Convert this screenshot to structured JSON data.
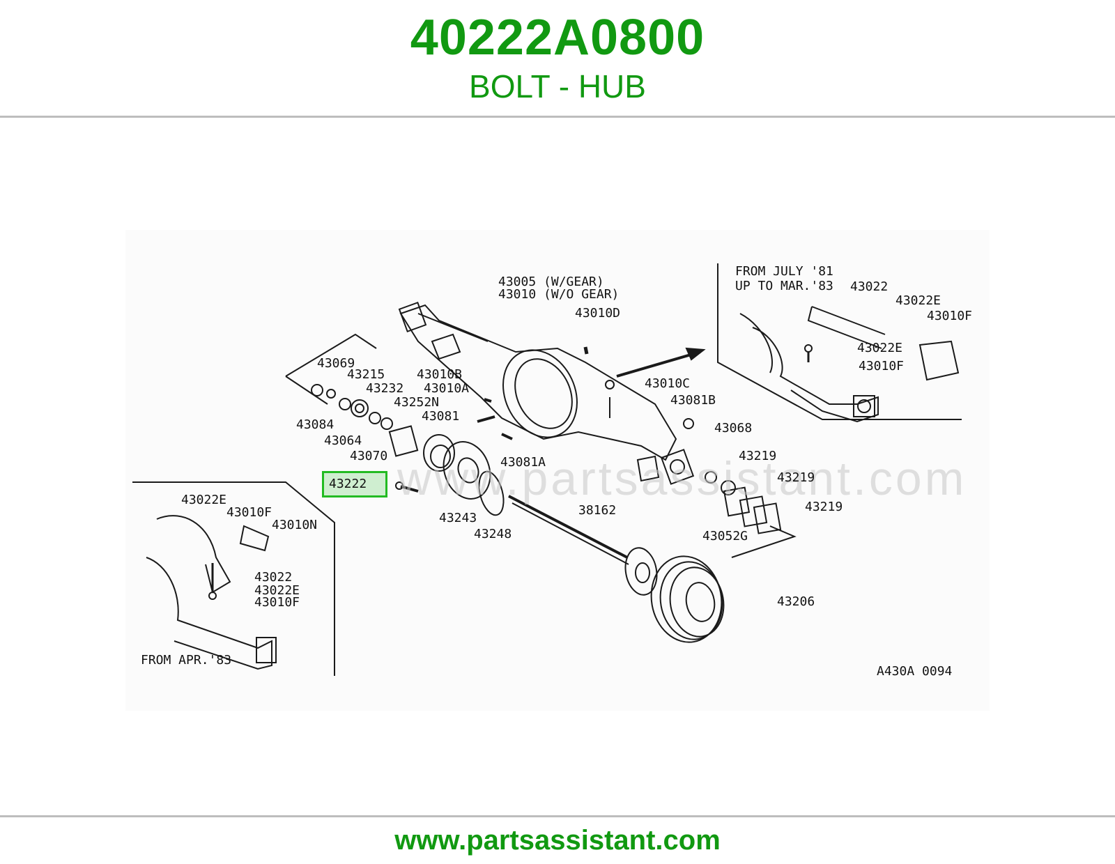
{
  "header": {
    "part_number": "40222A0800",
    "part_name": "BOLT - HUB"
  },
  "diagram": {
    "watermark": "www.partsassistant.com",
    "highlighted_label": "43222",
    "labels": {
      "l43005": "43005 (W/GEAR)",
      "l43010": "43010 (W/O GEAR)",
      "l43010D": "43010D",
      "l43069": "43069",
      "l43215": "43215",
      "l43232": "43232",
      "l43010B": "43010B",
      "l43010A": "43010A",
      "l43252N": "43252N",
      "l43081": "43081",
      "l43084": "43084",
      "l43064": "43064",
      "l43070": "43070",
      "l43081A": "43081A",
      "l43010C": "43010C",
      "l43081B": "43081B",
      "l43068": "43068",
      "l43219a": "43219",
      "l43219b": "43219",
      "l43219c": "43219",
      "l43052G": "43052G",
      "l43243": "43243",
      "l43248": "43248",
      "l38162": "38162",
      "l43206": "43206",
      "inset_top_title1": "FROM JULY '81",
      "inset_top_title2": "UP TO MAR.'83",
      "inset_top_43022": "43022",
      "inset_top_43022E_a": "43022E",
      "inset_top_43010F_a": "43010F",
      "inset_top_43022E_b": "43022E",
      "inset_top_43010F_b": "43010F",
      "inset_left_43022E": "43022E",
      "inset_left_43010F": "43010F",
      "inset_left_43010N": "43010N",
      "inset_left_43022": "43022",
      "inset_left_43022E_b": "43022E",
      "inset_left_43010F_b": "43010F",
      "inset_left_title": "FROM APR.'83",
      "figure_code": "A430A 0094"
    }
  },
  "footer": {
    "url": "www.partsassistant.com"
  },
  "colors": {
    "brand_green": "#119911",
    "highlight_border": "#22bb22",
    "highlight_fill": "#cfeed0",
    "rule_gray": "#bdbdbd"
  }
}
